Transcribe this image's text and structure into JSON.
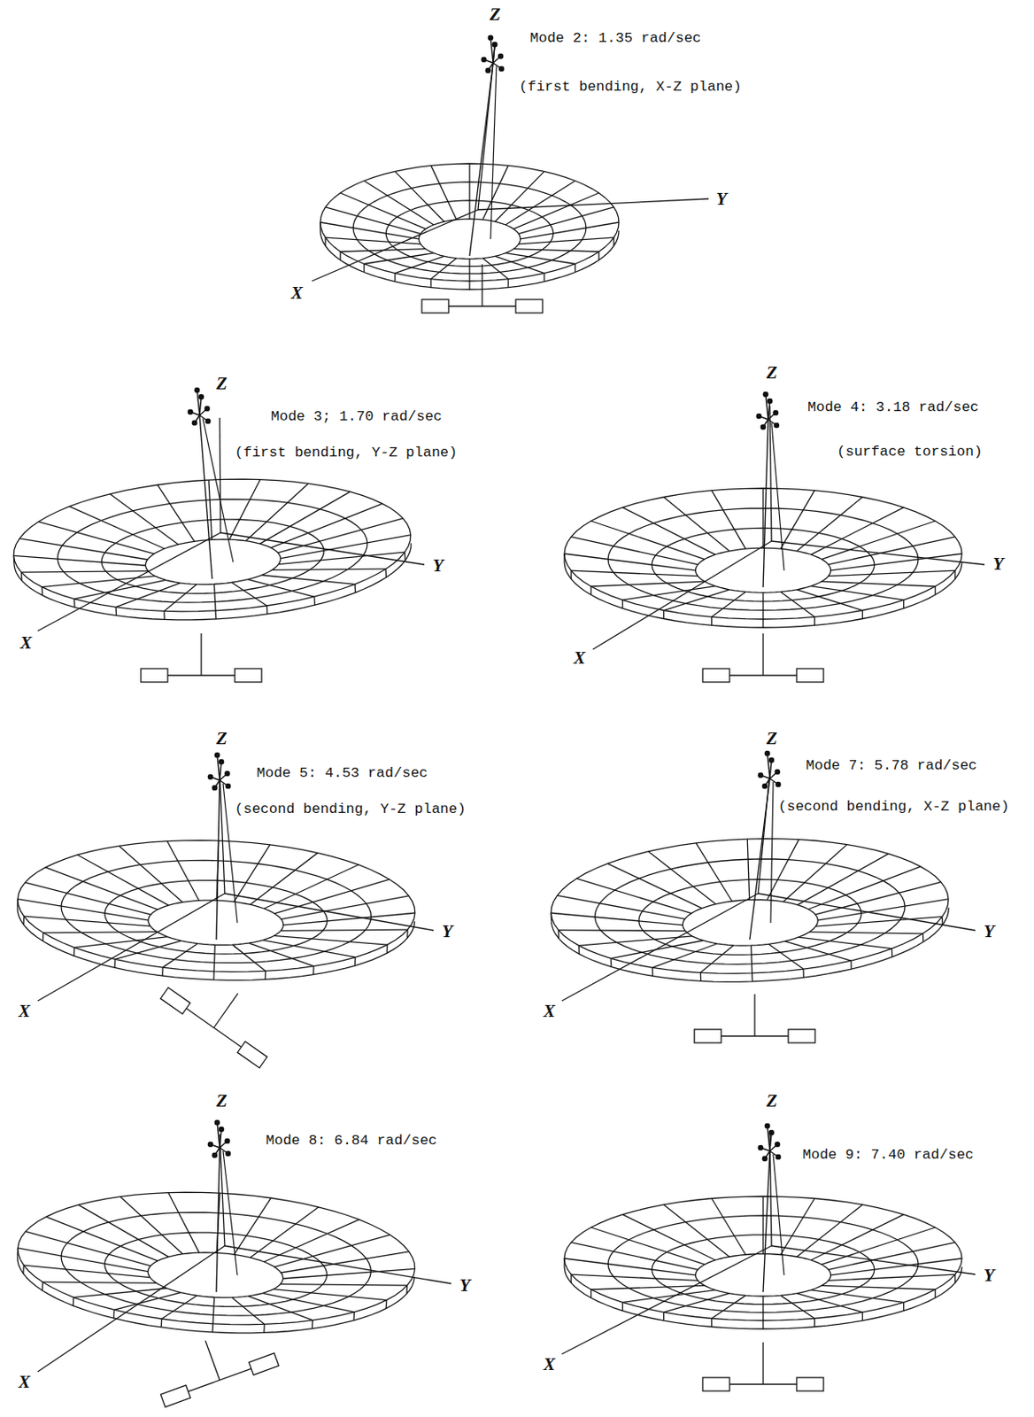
{
  "diagram": {
    "labels": [
      "Z",
      "Mode 2: 1.35 rad/sec",
      "(first bending, X-Z plane)",
      "Y",
      "X",
      "Z",
      "Mode 3; 1.70 rad/sec",
      "(first bending, Y-Z plane)",
      "Y",
      "X",
      "Z",
      "Mode 4: 3.18 rad/sec",
      "(surface torsion)",
      "Y",
      "X",
      "Z",
      "Mode 5: 4.53 rad/sec",
      "(second bending, Y-Z plane)",
      "Y",
      "X",
      "Z",
      "Mode 7: 5.78 rad/sec",
      "(second bending, X-Z plane)",
      "Y",
      "X",
      "Z",
      "Mode 8: 6.84 rad/sec",
      "Y",
      "X",
      "Z",
      "Mode 9: 7.40 rad/sec",
      "Y",
      "X"
    ]
  }
}
